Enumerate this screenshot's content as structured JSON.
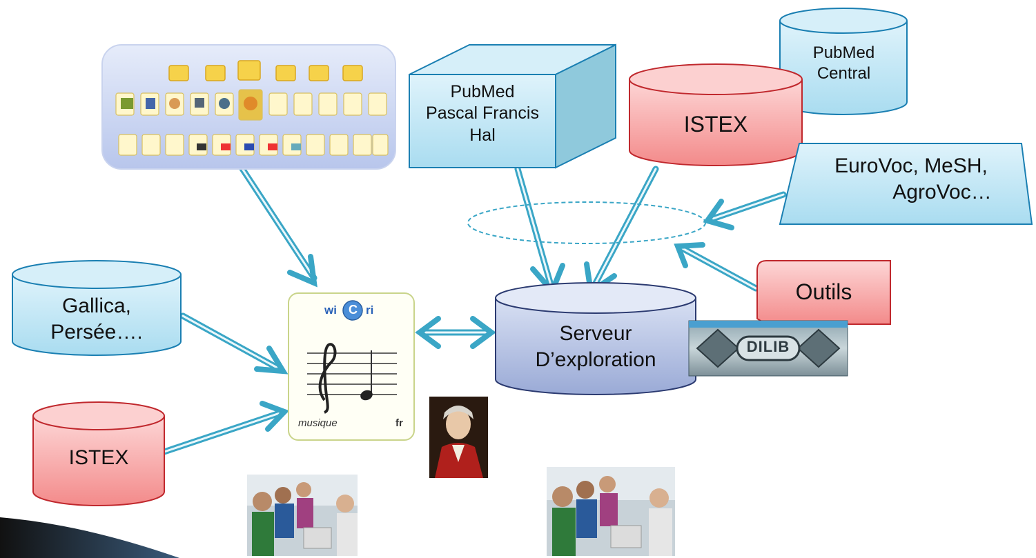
{
  "nodes": {
    "pubmed_central": {
      "line1": "PubMed",
      "line2": "Central"
    },
    "pubmed_box": {
      "line1": "PubMed",
      "line2": "Pascal Francis",
      "line3": "Hal"
    },
    "istex_top": {
      "label": "ISTEX"
    },
    "eurovoc": {
      "line1": "EuroVoc, MeSH,",
      "line2": "AgroVoc…"
    },
    "outils": {
      "label": "Outils"
    },
    "serveur": {
      "line1": "Serveur",
      "line2": "D’exploration"
    },
    "gallica": {
      "line1": "Gallica,",
      "line2": "Persée…."
    },
    "istex_bottom": {
      "label": "ISTEX"
    }
  },
  "wicri_card": {
    "brand_left": "wi",
    "brand_mid": "C",
    "brand_right": "ri",
    "footer_left": "musique",
    "footer_right": "fr"
  },
  "dilib_logo": {
    "text": "DILIB"
  },
  "colors": {
    "blue_fill": "#bfe6f5",
    "blue_stroke": "#1a7fb2",
    "red_fill": "#f7a9a9",
    "red_stroke": "#c0282d",
    "arrow": "#3aa6c6",
    "server_fill": "#b4c2e2"
  }
}
